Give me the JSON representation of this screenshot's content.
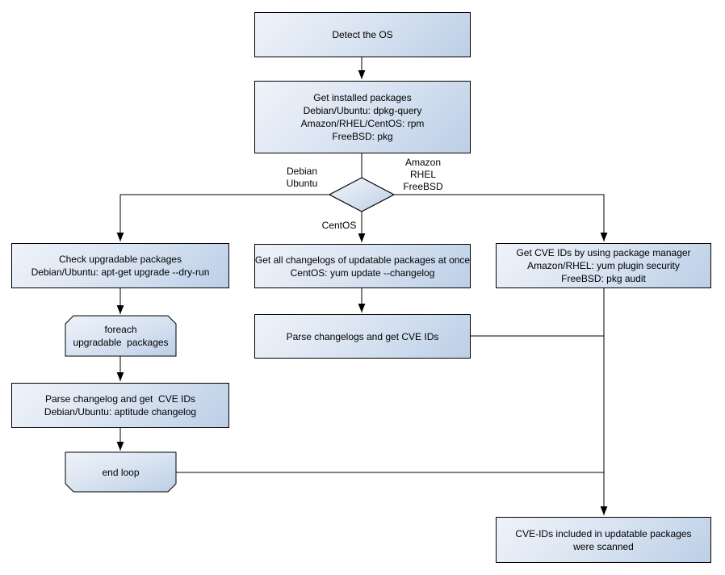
{
  "diagram": {
    "title_hint": "OS package CVE scan flowchart",
    "colors": {
      "background": "#ffffff",
      "node_fill_light": "#eff3fa",
      "node_fill_dark": "#bccfe7",
      "node_border": "#000000",
      "connector": "#000000",
      "text": "#000000"
    },
    "nodes": {
      "detect_os": {
        "lines": [
          "Detect the OS"
        ]
      },
      "get_installed_packages": {
        "lines": [
          "Get installed packages",
          "Debian/Ubuntu: dpkg-query",
          "Amazon/RHEL/CentOS: rpm",
          "FreeBSD: pkg"
        ]
      },
      "check_upgradable": {
        "lines": [
          "Check upgradable packages",
          "Debian/Ubuntu: apt-get upgrade --dry-run"
        ]
      },
      "foreach_loop": {
        "lines": [
          "foreach",
          "upgradable  packages"
        ]
      },
      "parse_changelog_left": {
        "lines": [
          "Parse changelog and get  CVE IDs",
          "Debian/Ubuntu: aptitude changelog"
        ]
      },
      "end_loop": {
        "lines": [
          "end loop"
        ]
      },
      "get_all_changelogs": {
        "lines": [
          "Get all changelogs of updatable packages at once",
          "CentOS: yum update --changelog"
        ]
      },
      "parse_changelogs_mid": {
        "lines": [
          "Parse changelogs and get CVE IDs"
        ]
      },
      "get_cve_ids_pkg_mgr": {
        "lines": [
          "Get CVE IDs by using package manager",
          "Amazon/RHEL: yum plugin security",
          "FreeBSD: pkg audit"
        ]
      },
      "cve_scanned": {
        "lines": [
          "CVE-IDs included in updatable packages",
          "were scanned"
        ]
      }
    },
    "edge_labels": {
      "debian_ubuntu": [
        "Debian",
        "Ubuntu"
      ],
      "amazon_rhel_freebsd": [
        "Amazon",
        "RHEL",
        "FreeBSD"
      ],
      "centos": "CentOS"
    }
  }
}
